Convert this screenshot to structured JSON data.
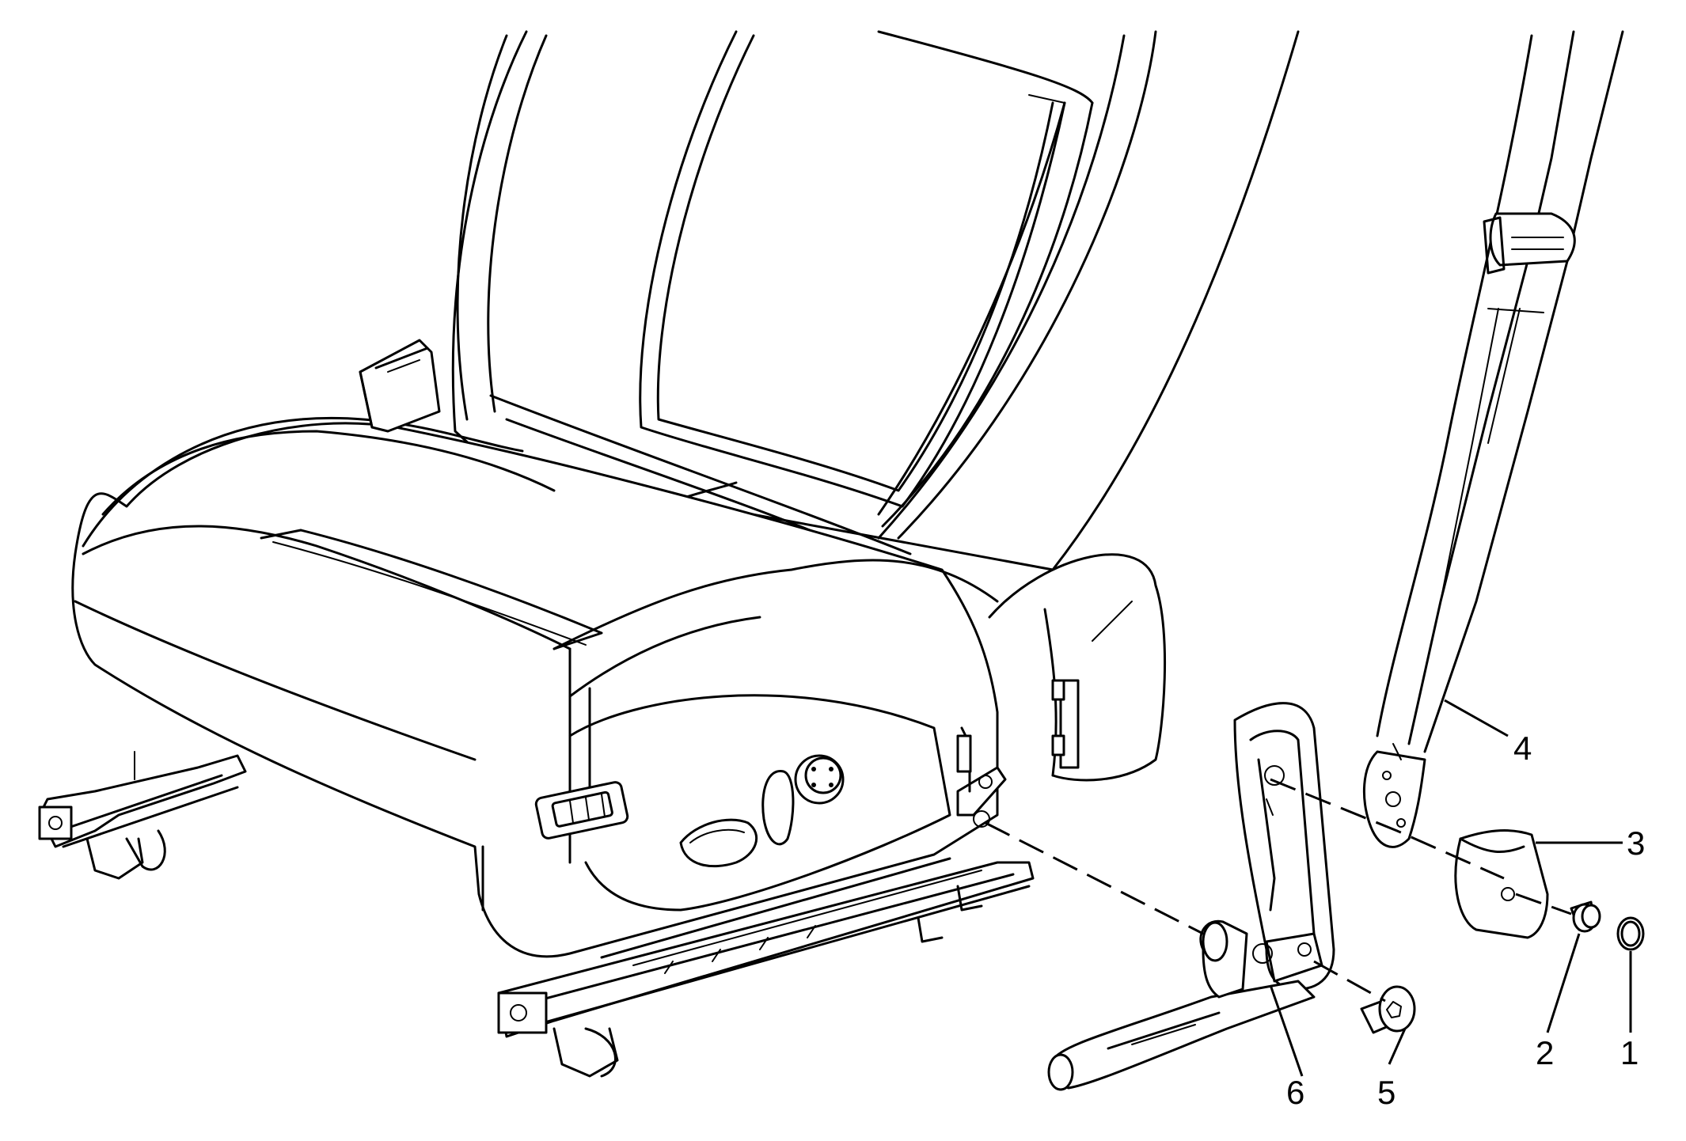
{
  "diagram": {
    "type": "exploded-parts-illustration",
    "callouts": [
      {
        "id": "callout-1",
        "label": "1"
      },
      {
        "id": "callout-2",
        "label": "2"
      },
      {
        "id": "callout-3",
        "label": "3"
      },
      {
        "id": "callout-4",
        "label": "4"
      },
      {
        "id": "callout-5",
        "label": "5"
      },
      {
        "id": "callout-6",
        "label": "6"
      }
    ],
    "colors": {
      "line": "#000000",
      "background": "#ffffff"
    }
  }
}
